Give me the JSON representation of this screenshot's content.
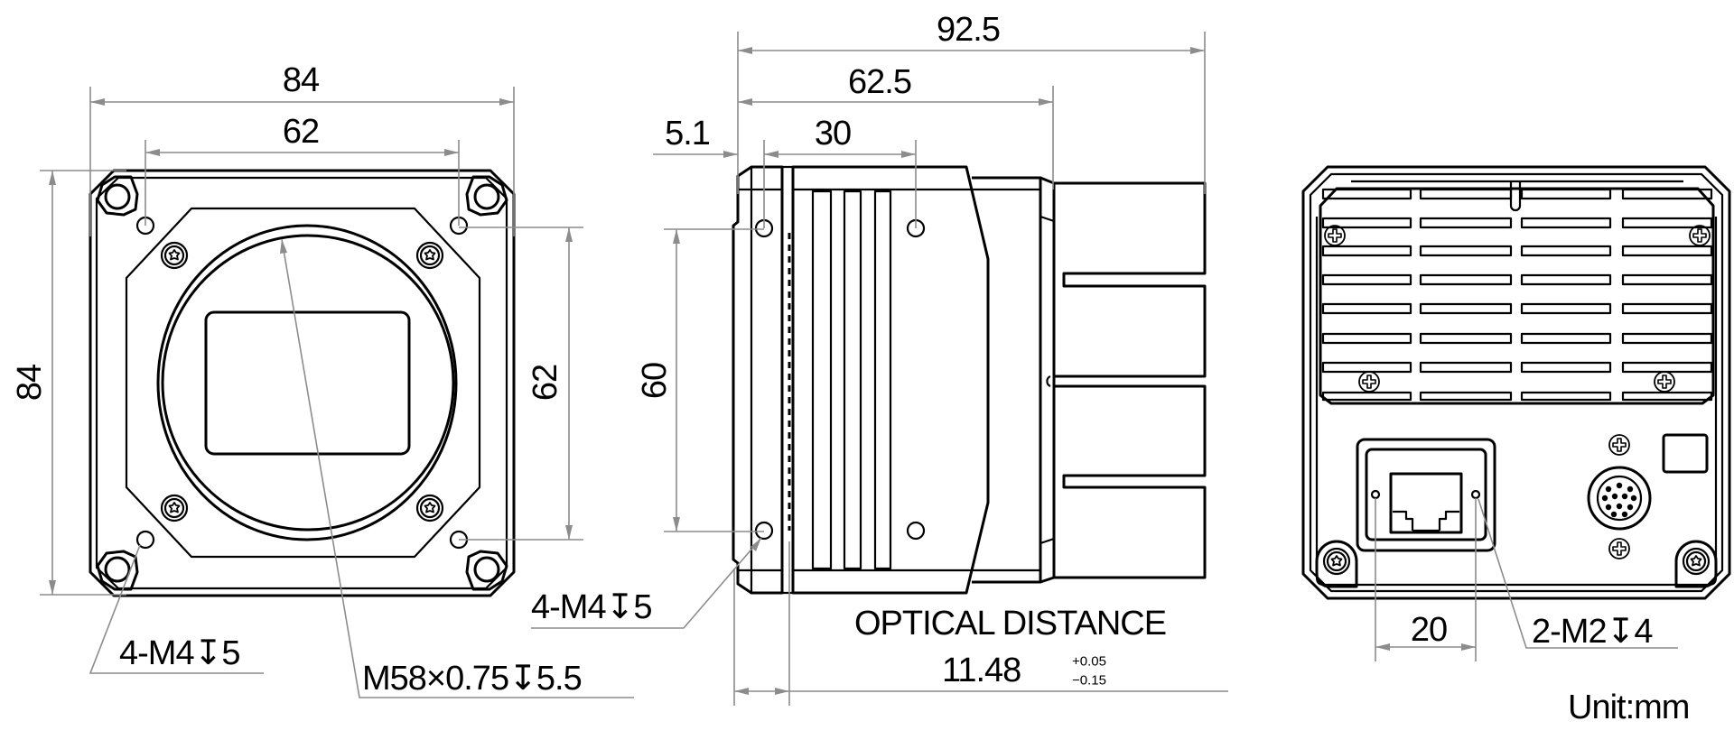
{
  "drawing": {
    "title": "Industrial camera outline drawing",
    "unit_label": "Unit:mm",
    "colors": {
      "outline": "#000000",
      "dimension": "#8c8c8c",
      "background": "#ffffff"
    }
  },
  "front_view": {
    "width_overall": "84",
    "width_holes": "62",
    "height_overall": "84",
    "height_holes": "62",
    "callout_holes": "4-M4↧5",
    "callout_mount": "M58×0.75↧5.5"
  },
  "side_view": {
    "length_overall": "92.5",
    "length_body": "62.5",
    "hole_spacing_horizontal": "30",
    "hole_offset": "5.1",
    "hole_spacing_vertical": "60",
    "callout_holes": "4-M4↧5",
    "optical_distance_label": "OPTICAL DISTANCE",
    "optical_distance_value": "11.48",
    "optical_distance_tol_plus": "+0.05",
    "optical_distance_tol_minus": "−0.15"
  },
  "back_view": {
    "hole_spacing": "20",
    "callout_holes": "2-M2↧4",
    "ports": [
      "rj45-gige-port",
      "12-pin-io-connector",
      "status-led-window"
    ]
  }
}
